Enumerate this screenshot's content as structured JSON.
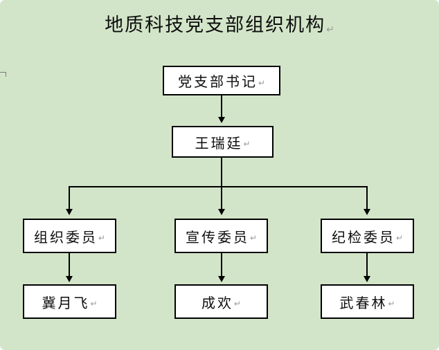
{
  "title": {
    "text": "地质科技党支部组织机构"
  },
  "paragraph_mark": "↵",
  "org": {
    "root_role": "党支部书记",
    "root_name": "王瑞廷",
    "branches": [
      {
        "role": "组织委员",
        "name": "冀月飞"
      },
      {
        "role": "宣传委员",
        "name": "成欢"
      },
      {
        "role": "纪检委员",
        "name": "武春林"
      }
    ]
  },
  "colors": {
    "canvas_background": "#d3e5c9",
    "box_fill": "#ffffff",
    "box_border": "#000000",
    "connector": "#000000",
    "paragraph_mark": "#9b9b9b"
  }
}
